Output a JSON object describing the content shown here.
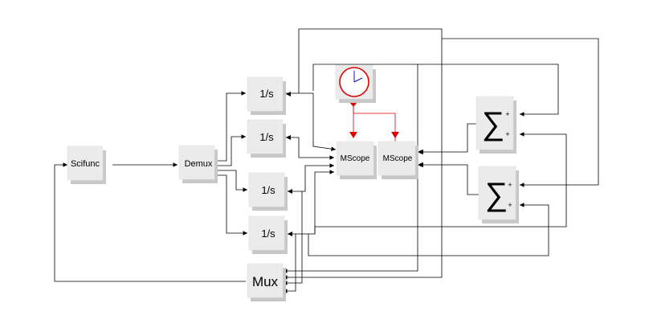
{
  "diagram": {
    "blocks": {
      "scifunc": "Scifunc",
      "demux": "Demux",
      "integrator_1": "1/s",
      "integrator_2": "1/s",
      "integrator_3": "1/s",
      "integrator_4": "1/s",
      "mux": "Mux",
      "mscope_1": "MScope",
      "mscope_2": "MScope",
      "sum_1": {
        "symbol": "∑",
        "input_1_sign": "+",
        "input_2_sign": "+"
      },
      "sum_2": {
        "symbol": "∑",
        "input_1_sign": "+",
        "input_2_sign": "+"
      },
      "clock": {
        "icon": "clock-icon"
      }
    },
    "colors": {
      "block_face": "#ebebeb",
      "block_shadow": "#c8c8c8",
      "link": "#000000",
      "event_link": "#e00000",
      "clock_face": "#e00000",
      "clock_hands": "#1010c0"
    }
  }
}
